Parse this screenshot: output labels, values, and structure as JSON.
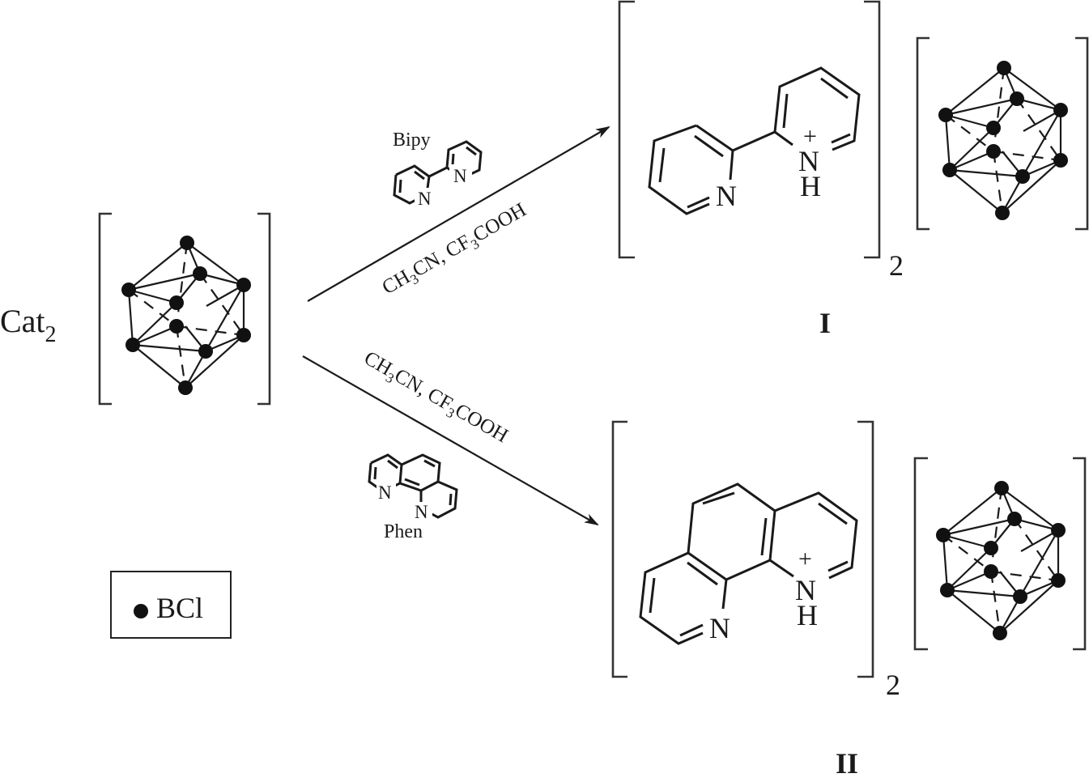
{
  "reactant": {
    "label": "Cat",
    "subscript": "2"
  },
  "legend": {
    "symbol": "filled-circle",
    "label": "BCl"
  },
  "reaction_top": {
    "reagent_name": "Bipy",
    "reagent_atom_1": "N",
    "reagent_atom_2": "N",
    "conditions_a": "CH",
    "conditions_a_sub": "3",
    "conditions_b": "CN, CF",
    "conditions_b_sub": "3",
    "conditions_c": "COOH"
  },
  "reaction_bottom": {
    "reagent_name": "Phen",
    "reagent_atom_1": "N",
    "reagent_atom_2": "N",
    "conditions_a": "CH",
    "conditions_a_sub": "3",
    "conditions_b": "CN, CF",
    "conditions_b_sub": "3",
    "conditions_c": "COOH"
  },
  "product_I": {
    "cation_atom_n": "N",
    "cation_atom_nh": "N",
    "cation_atom_h": "H",
    "charge": "+",
    "stoichiometry": "2",
    "compound_label": "I"
  },
  "product_II": {
    "cation_atom_n": "N",
    "cation_atom_nh": "N",
    "cation_atom_h": "H",
    "charge": "+",
    "stoichiometry": "2",
    "compound_label": "II"
  }
}
